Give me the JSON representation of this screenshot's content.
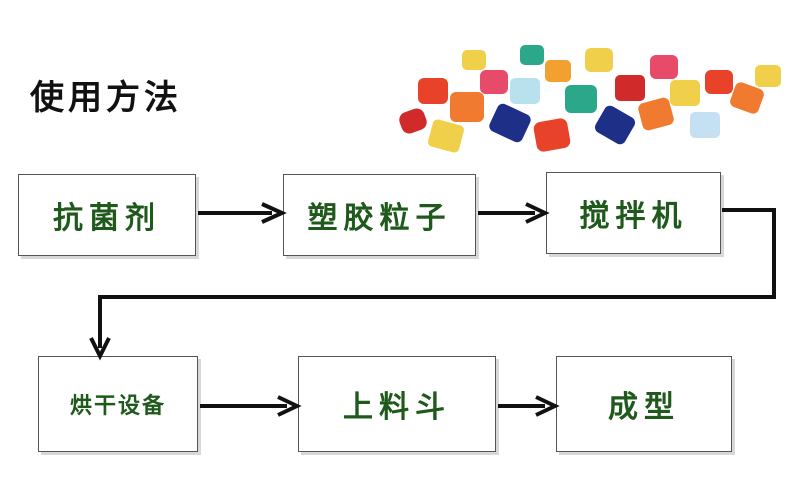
{
  "title": "使用方法",
  "steps": [
    {
      "id": "step-1",
      "label": "抗菌剂"
    },
    {
      "id": "step-2",
      "label": "塑胶粒子"
    },
    {
      "id": "step-3",
      "label": "搅拌机"
    },
    {
      "id": "step-4",
      "label": "烘干设备"
    },
    {
      "id": "step-5",
      "label": "上料斗"
    },
    {
      "id": "step-6",
      "label": "成型"
    }
  ],
  "colors": {
    "box_text": "#1f5a1c",
    "box_border": "#555555",
    "arrow": "#111111",
    "title": "#111111"
  },
  "image": {
    "subject": "colorful-plastic-pellets-photo"
  }
}
